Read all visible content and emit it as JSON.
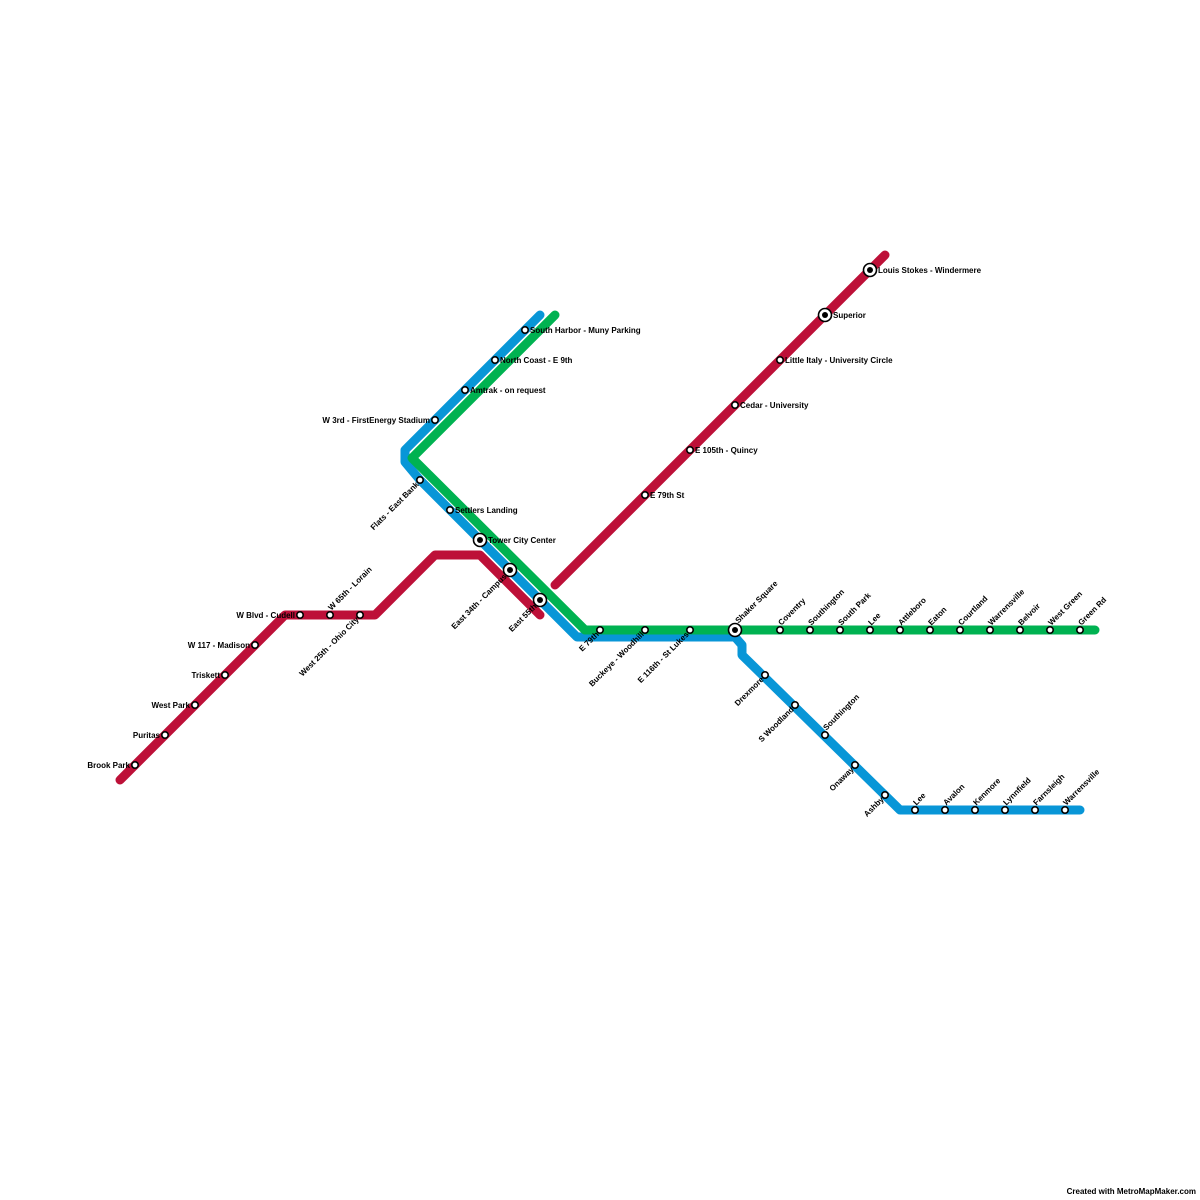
{
  "credit": "Created with MetroMapMaker.com",
  "colors": {
    "red": "#bd1038",
    "blue": "#0896d7",
    "green": "#00b251"
  },
  "lines": [
    {
      "id": "red-line",
      "color": "#bd1038"
    },
    {
      "id": "blue-line",
      "color": "#0896d7"
    },
    {
      "id": "green-line",
      "color": "#00b251"
    }
  ],
  "stations": {
    "brook_park": "Brook Park",
    "puritas": "Puritas",
    "west_park": "West Park",
    "triskett": "Triskett",
    "w117": "W 117 - Madison",
    "w_blvd": "W Blvd - Cudell",
    "w65": "W 65th - Lorain",
    "w25": "West 25th - Ohio City",
    "e34": "East 34th - Campus",
    "e55": "East 55th",
    "tower_city": "Tower City Center",
    "settlers": "Settlers Landing",
    "flats": "Flats - East Bank",
    "w3": "W 3rd - FirstEnergy Stadium",
    "amtrak": "Amtrak - on request",
    "north_coast": "North Coast - E 9th",
    "south_harbor": "South Harbor - Muny Parking",
    "e79_red": "E 79th St",
    "e105": "E 105th - Quincy",
    "cedar": "Cedar - University",
    "little_italy": "Little Italy - University Circle",
    "superior": "Superior",
    "louis_stokes": "Louis Stokes - Windermere",
    "e79_blue": "E 79th",
    "buckeye": "Buckeye - Woodhill",
    "e116": "E 116th - St Lukes",
    "shaker_square": "Shaker Square",
    "coventry": "Coventry",
    "southington_g": "Southington",
    "south_park": "South Park",
    "lee_g": "Lee",
    "attleboro": "Attleboro",
    "eaton": "Eaton",
    "courtland": "Courtland",
    "warrensville_g": "Warrensville",
    "belvoir": "Belvoir",
    "west_green": "West Green",
    "green_rd": "Green Rd",
    "drexmore": "Drexmore",
    "s_woodland": "S Woodland",
    "southington_b": "Southington",
    "onaway": "Onaway",
    "ashby": "Ashby",
    "lee_b": "Lee",
    "avalon": "Avalon",
    "kenmore": "Kenmore",
    "lynnfield": "Lynnfield",
    "farnsleigh": "Farnsleigh",
    "warrensville_b": "Warrensville"
  }
}
